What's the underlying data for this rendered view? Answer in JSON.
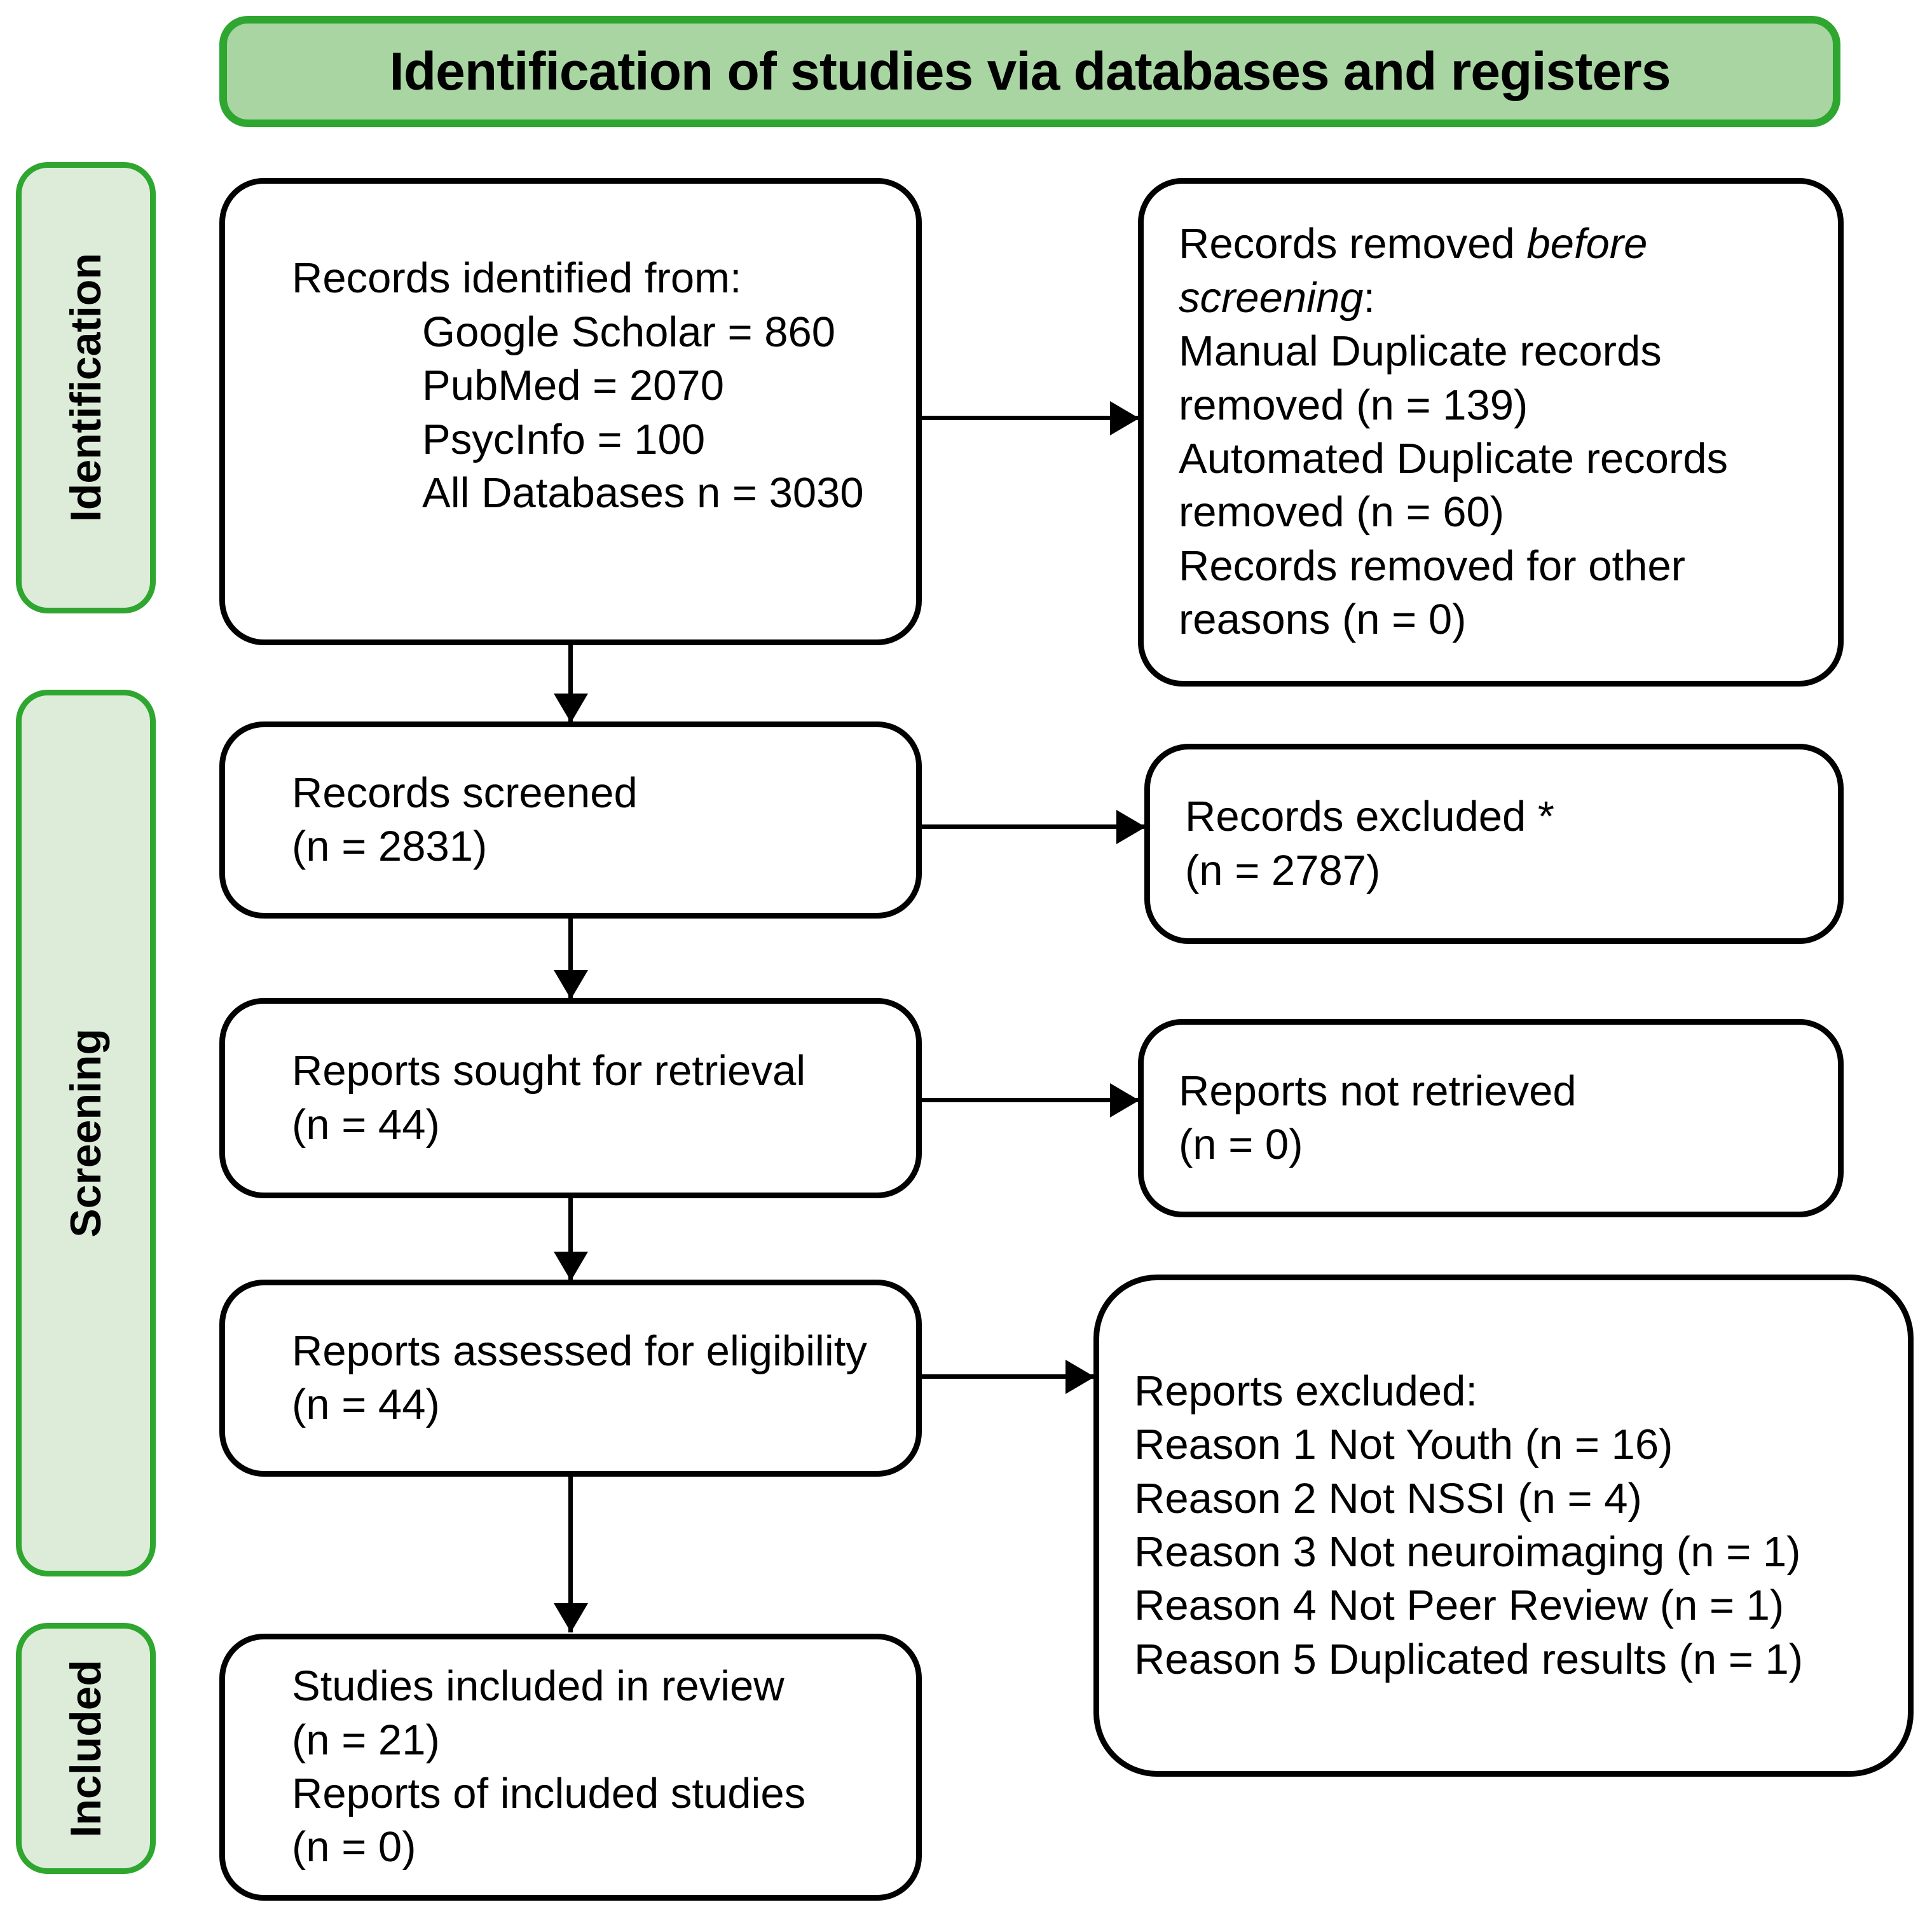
{
  "title": "Identification of studies via databases and registers",
  "sidebar": {
    "stages": [
      {
        "label": "Identification"
      },
      {
        "label": "Screening"
      },
      {
        "label": "Included"
      }
    ]
  },
  "boxes": {
    "identified": {
      "heading": "Records identified from:",
      "items": [
        "Google Scholar = 860",
        "PubMed = 2070",
        "PsycInfo = 100",
        "All Databases n = 3030"
      ]
    },
    "removed": {
      "line1_pre": "Records removed ",
      "line1_italic": "before screening",
      "line1_post": ":",
      "items": [
        "Manual Duplicate records removed (n = 139)",
        "Automated Duplicate records removed (n = 60)",
        "Records removed for other reasons (n = 0)"
      ]
    },
    "screened": {
      "lines": [
        "Records screened",
        "(n = 2831)"
      ]
    },
    "excluded": {
      "lines": [
        "Records excluded *",
        "(n = 2787)"
      ]
    },
    "sought": {
      "lines": [
        "Reports sought for retrieval",
        "(n = 44)"
      ]
    },
    "not_retrieved": {
      "lines": [
        "Reports not retrieved",
        "(n = 0)"
      ]
    },
    "assessed": {
      "lines": [
        "Reports assessed for eligibility",
        "(n = 44)"
      ]
    },
    "reports_excluded": {
      "heading": "Reports excluded:",
      "items": [
        "Reason 1 Not Youth (n = 16)",
        "Reason 2 Not NSSI (n = 4)",
        "Reason 3 Not neuroimaging (n = 1)",
        "Reason 4 Not Peer Review (n = 1)",
        "Reason 5 Duplicated results (n = 1)"
      ]
    },
    "included": {
      "lines": [
        "Studies included in review",
        "(n = 21)",
        "Reports of included studies",
        "(n = 0)"
      ]
    }
  },
  "colors": {
    "green_border": "#2ea62f",
    "title_fill": "#a8d5a2",
    "sidebar_fill": "#ddecd9"
  }
}
